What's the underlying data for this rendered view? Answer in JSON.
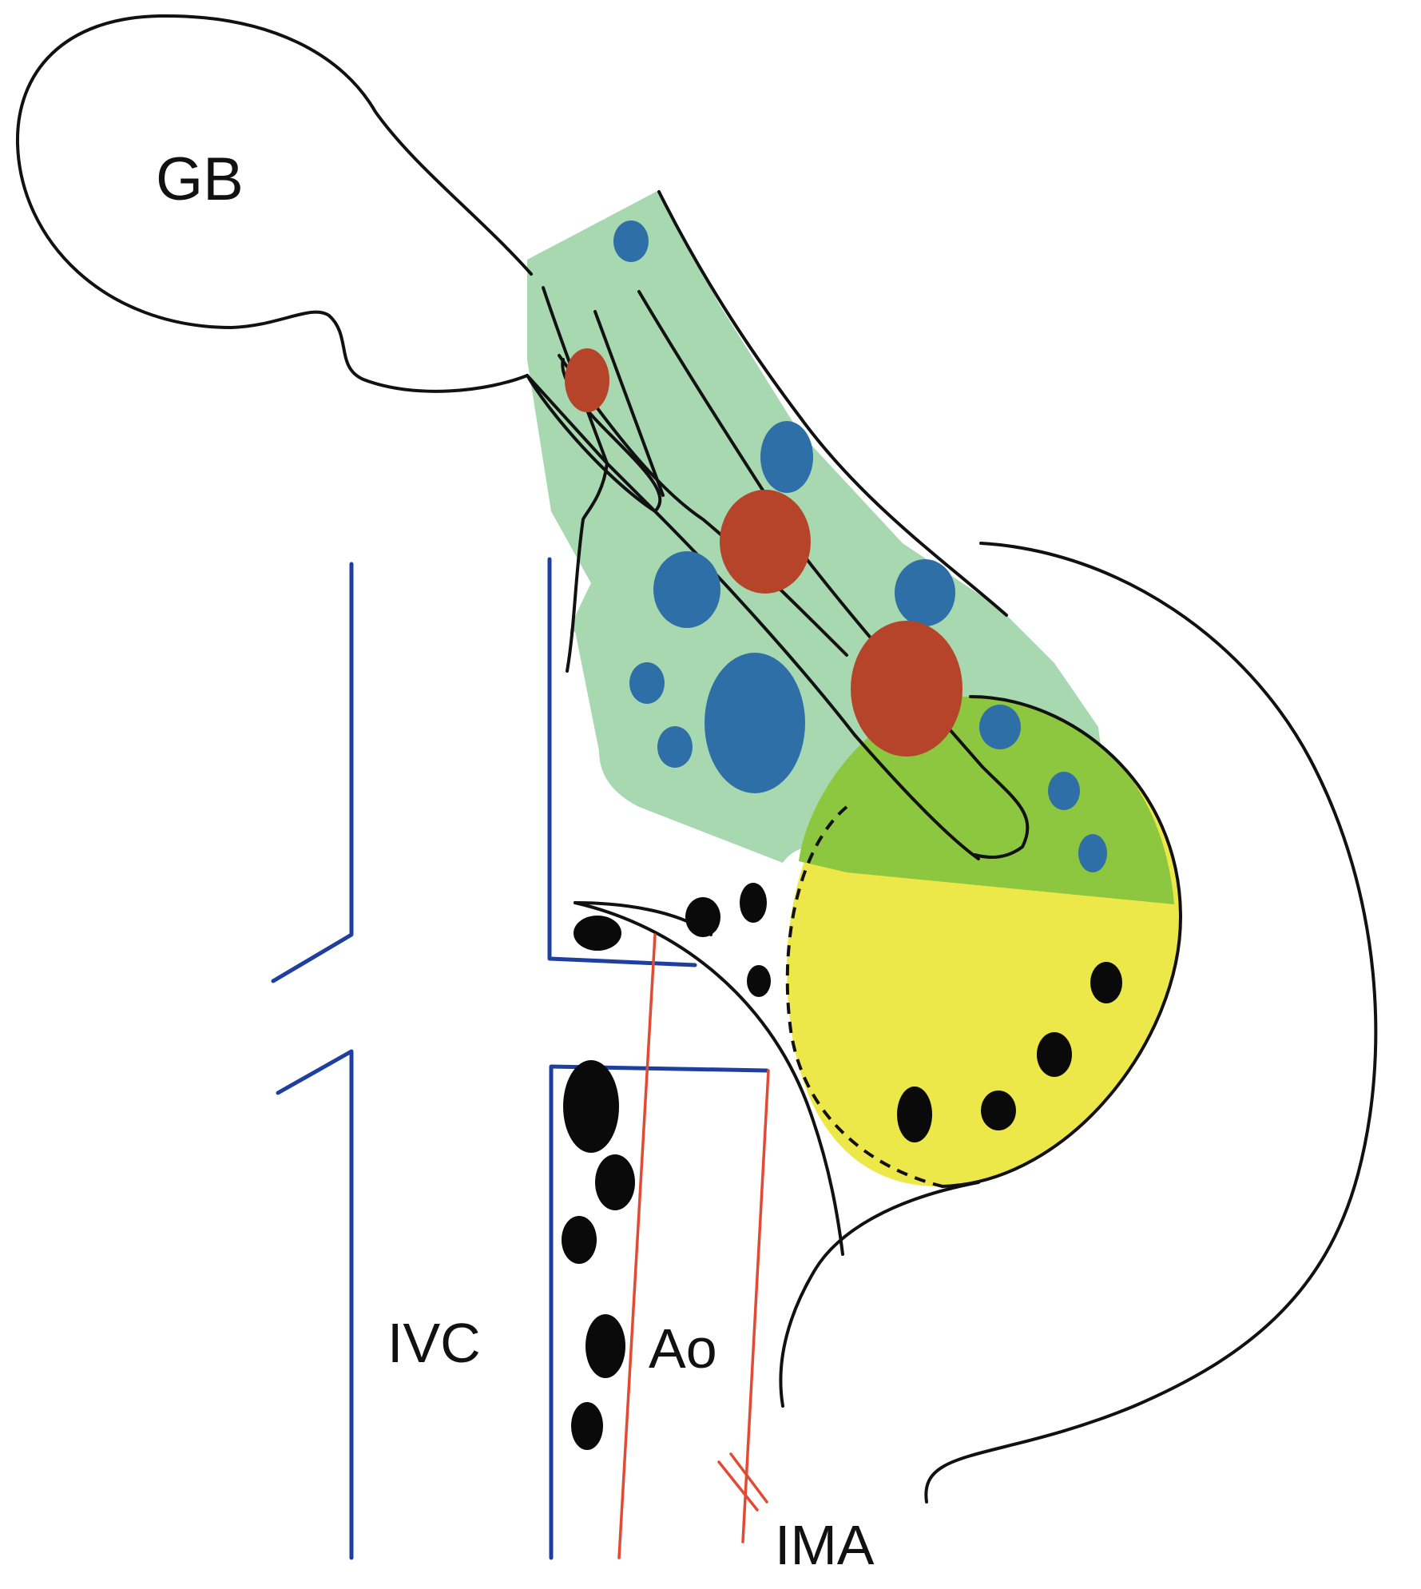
{
  "labels": {
    "gallbladder": "GB",
    "ivc": "IVC",
    "aorta": "Ao",
    "ima": "IMA"
  },
  "colors": {
    "mesentery_green": "#a8d8b0",
    "overlap_green": "#8dc63f",
    "tumor_yellow": "#ede84a",
    "lymph_blue": "#2e6fa8",
    "lymph_red": "#b5442a",
    "lymph_black": "#0a0a0a",
    "vein_blue": "#1f3fa0",
    "artery_red": "#e24a33",
    "outline": "#111111"
  }
}
